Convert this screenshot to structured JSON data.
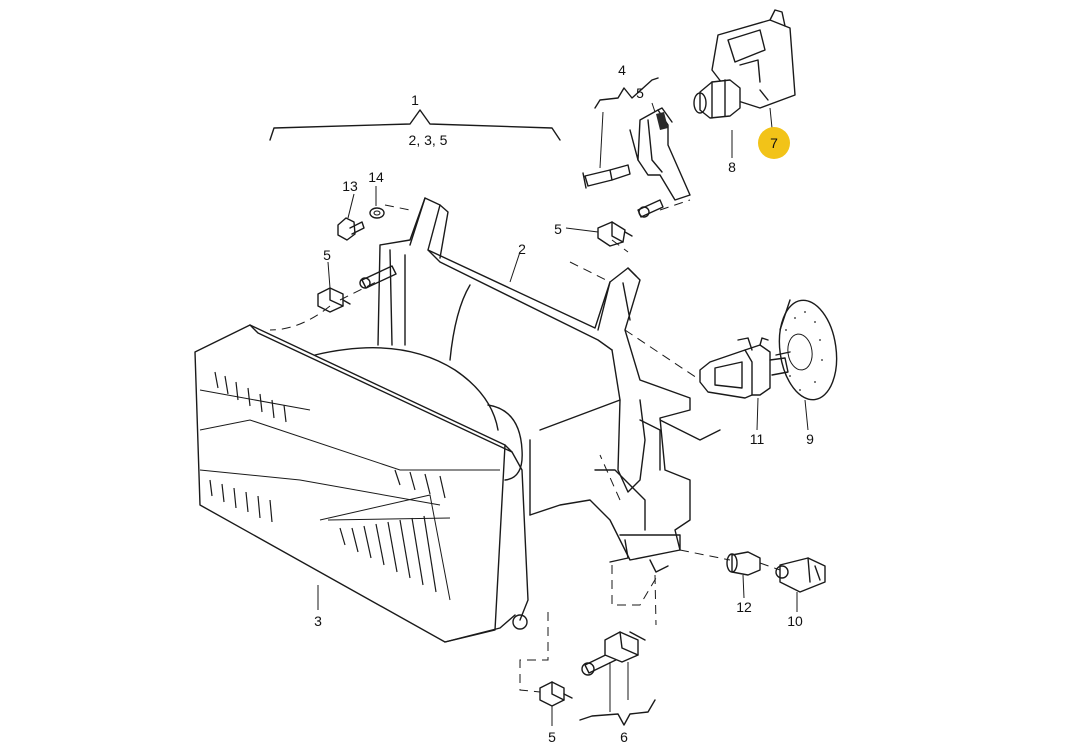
{
  "highlight_color": "#f2c318",
  "labels": {
    "l1": "1",
    "l1_sub": "2, 3, 5",
    "l2": "2",
    "l3": "3",
    "l4": "4",
    "l5_top": "5",
    "l5_mid": "5",
    "l5_left": "5",
    "l5_bottom": "5",
    "l6": "6",
    "l7": "7",
    "l8": "8",
    "l9": "9",
    "l10": "10",
    "l11": "11",
    "l12": "12",
    "l13": "13",
    "l14": "14"
  }
}
